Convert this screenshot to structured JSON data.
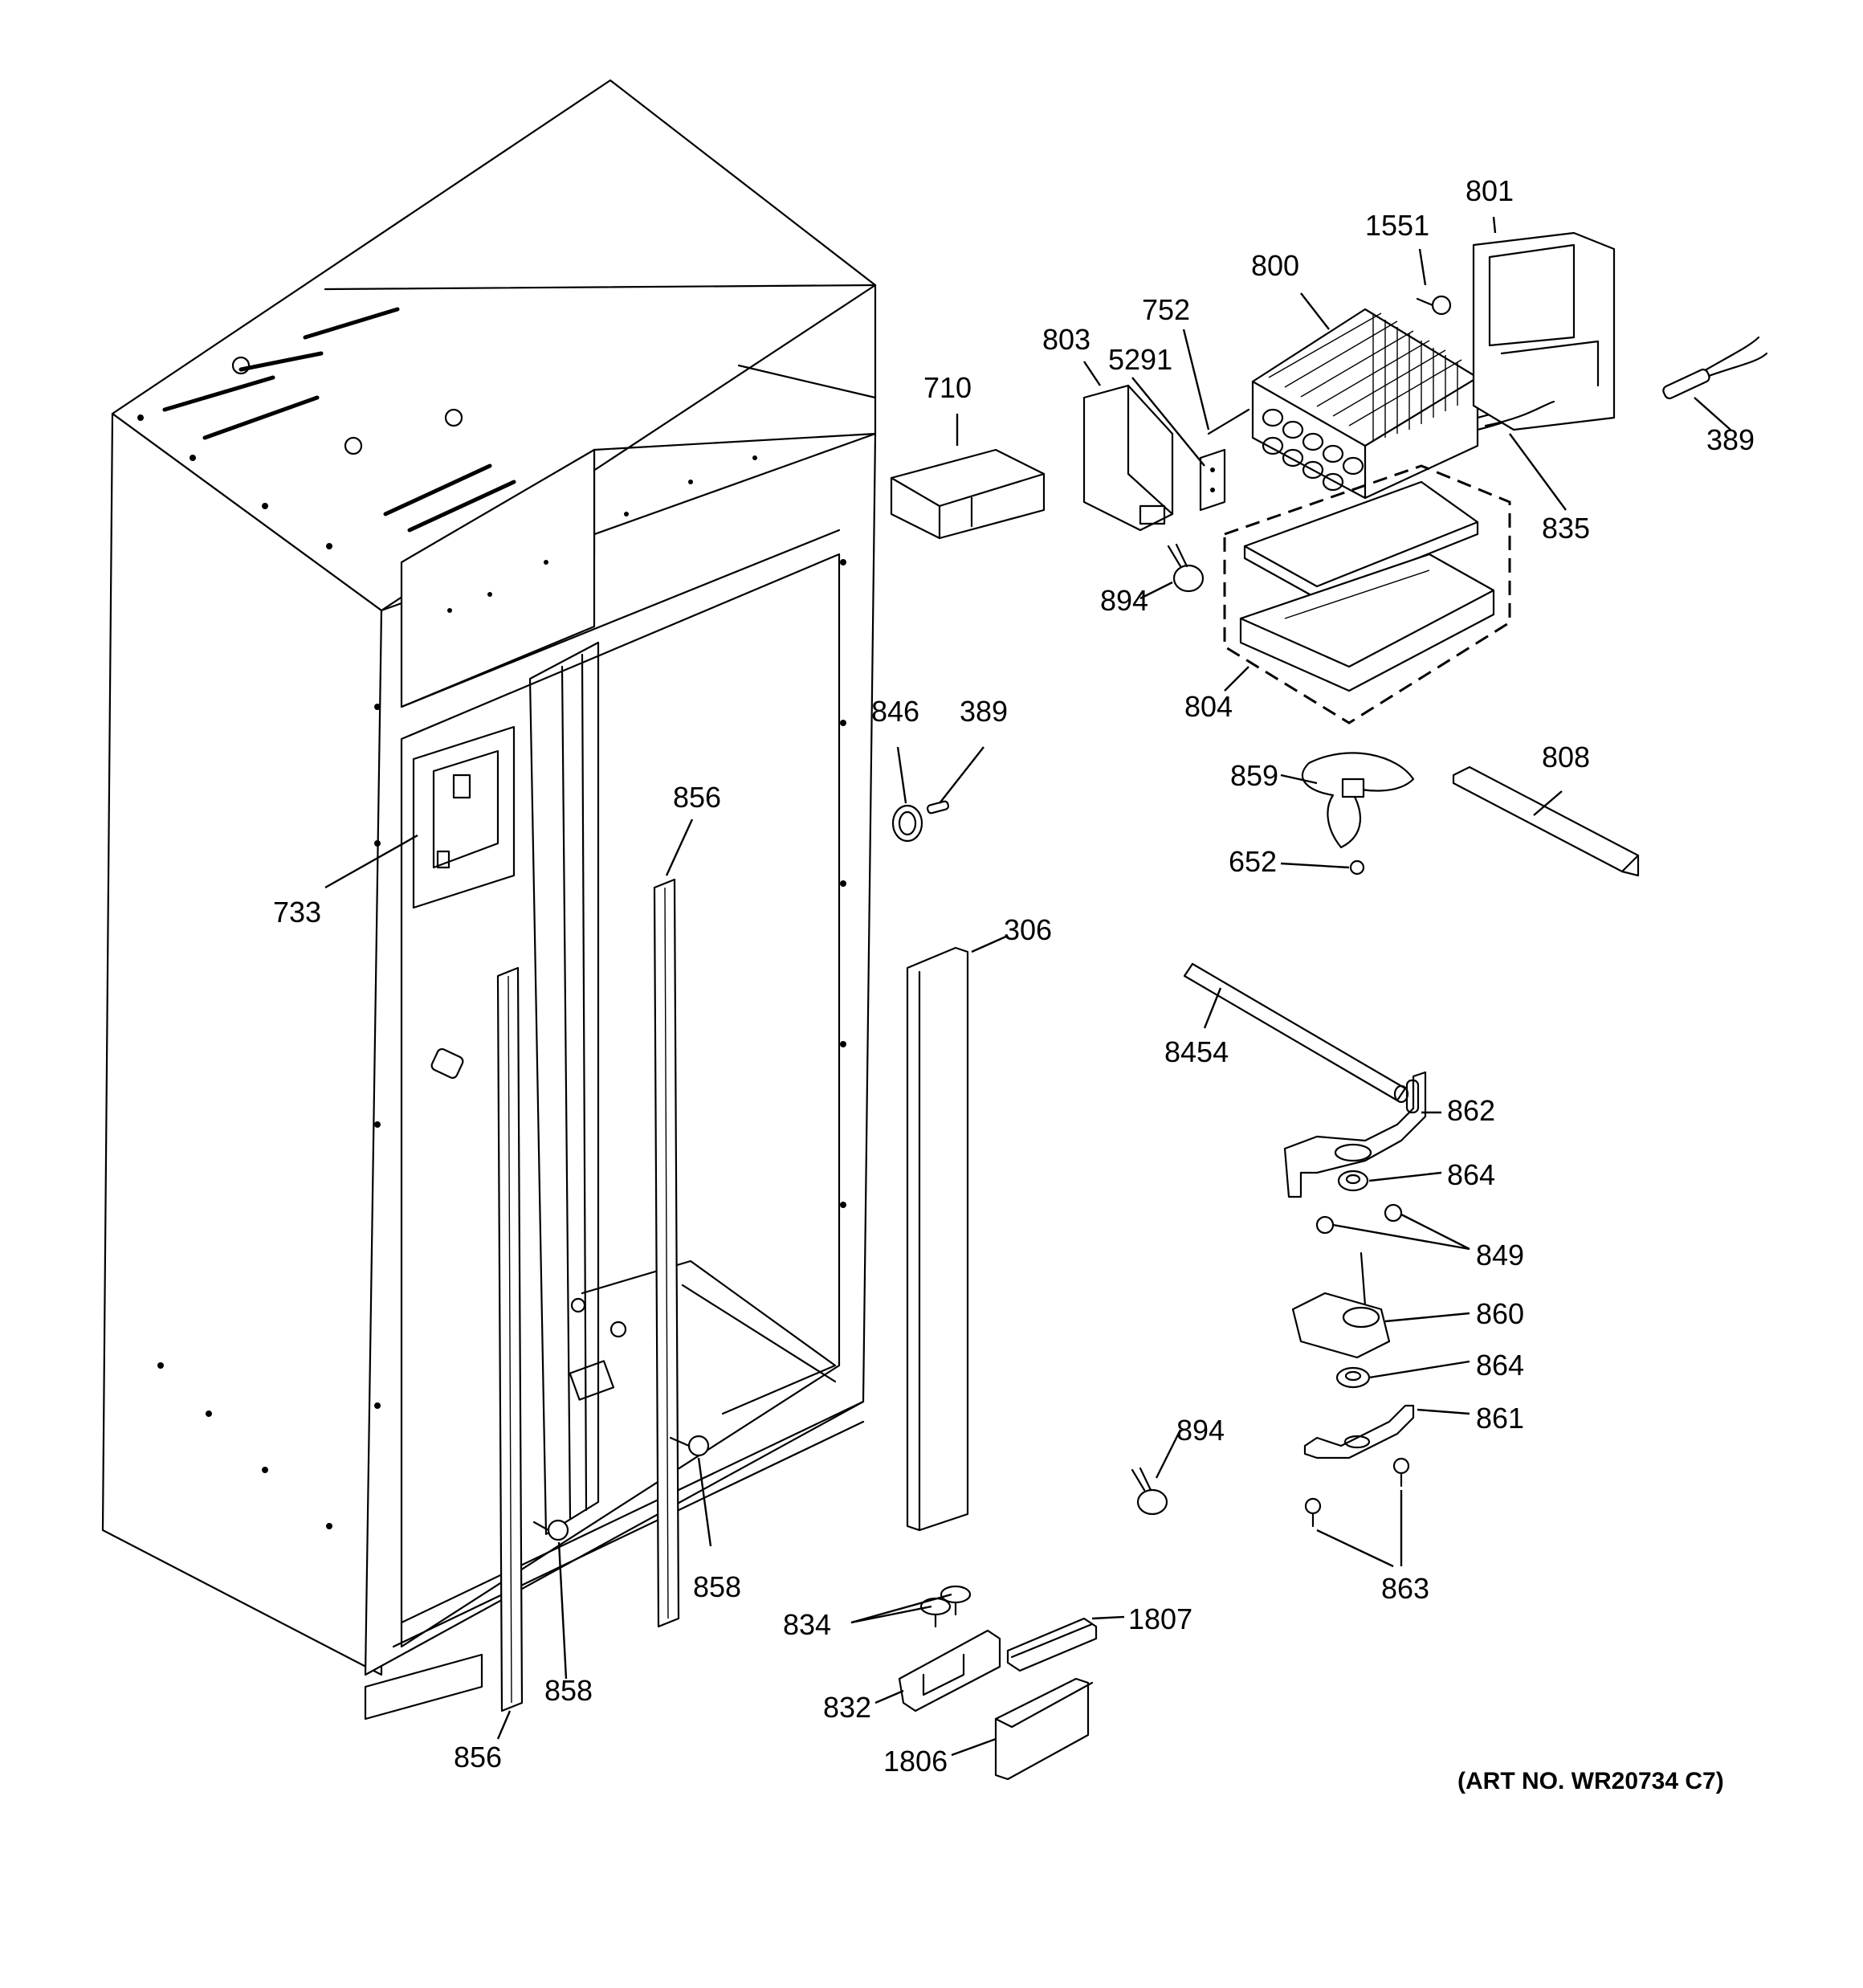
{
  "art_number": "(ART NO. WR20734 C7)",
  "callouts": {
    "c710": "710",
    "c733": "733",
    "c846": "846",
    "c389a": "389",
    "c856a": "856",
    "c856b": "856",
    "c306": "306",
    "c858a": "858",
    "c858b": "858",
    "c801": "801",
    "c1551": "1551",
    "c800": "800",
    "c752": "752",
    "c803": "803",
    "c5291": "5291",
    "c389b": "389",
    "c835": "835",
    "c894a": "894",
    "c804": "804",
    "c859": "859",
    "c808": "808",
    "c652": "652",
    "c8454": "8454",
    "c862": "862",
    "c864a": "864",
    "c849": "849",
    "c860": "860",
    "c864b": "864",
    "c861": "861",
    "c894b": "894",
    "c863": "863",
    "c834": "834",
    "c1807": "1807",
    "c832": "832",
    "c1806": "1806"
  }
}
